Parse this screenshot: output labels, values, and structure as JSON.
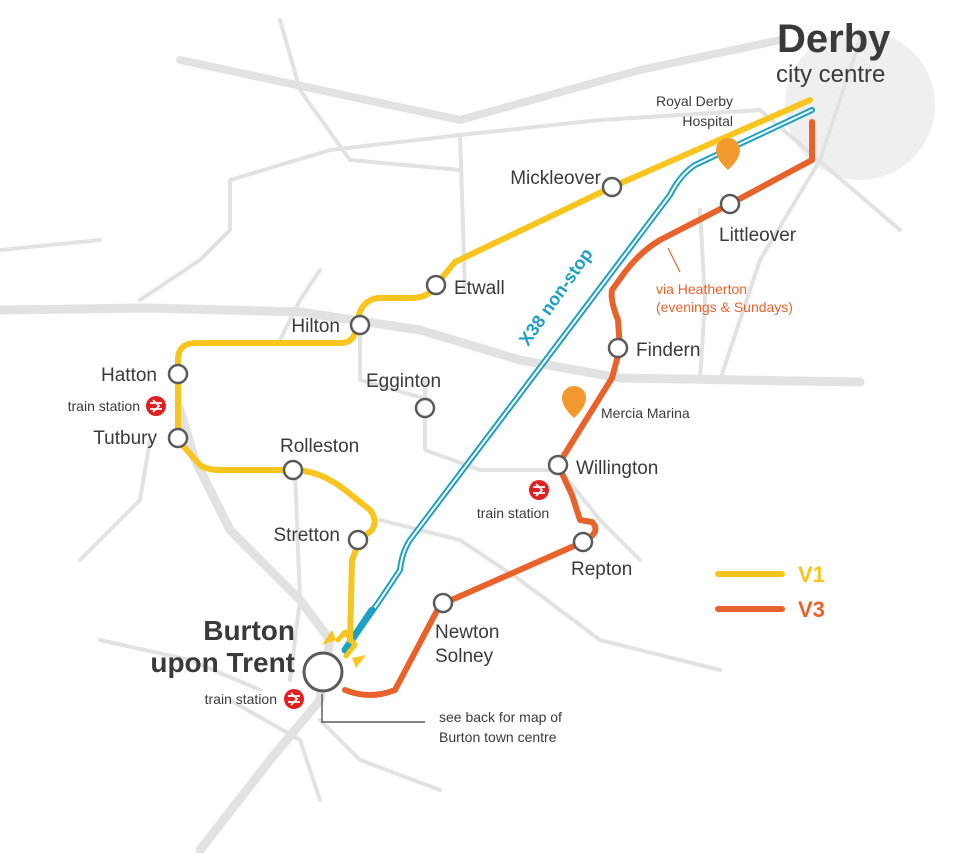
{
  "destination": {
    "title": "Derby",
    "subtitle": "city centre"
  },
  "origin": {
    "line1": "Burton",
    "line2": "upon Trent",
    "station": "train station"
  },
  "landmarks": {
    "hospital_line1": "Royal Derby",
    "hospital_line2": "Hospital",
    "marina": "Mercia Marina"
  },
  "stops": {
    "mickleover": "Mickleover",
    "littleover": "Littleover",
    "etwall": "Etwall",
    "hilton": "Hilton",
    "findern": "Findern",
    "hatton": "Hatton",
    "egginton": "Egginton",
    "tutbury": "Tutbury",
    "rolleston": "Rolleston",
    "willington": "Willington",
    "stretton": "Stretton",
    "repton": "Repton",
    "newton_line1": "Newton",
    "newton_line2": "Solney"
  },
  "stations": {
    "hatton_tutbury": "train station",
    "willington": "train station"
  },
  "notes": {
    "heatherton_line1": "via Heatherton",
    "heatherton_line2": "(evenings & Sundays)",
    "back_line1": "see back for map of",
    "back_line2": "Burton town centre"
  },
  "x38_label": "X38 non-stop",
  "legend": [
    {
      "name": "V1",
      "color": "#f7c51e"
    },
    {
      "name": "V3",
      "color": "#e8632b"
    }
  ],
  "colors": {
    "v1": "#f7c51e",
    "v3": "#e8632b",
    "x38": "#1ea0c3",
    "roads": "#e2e2e2",
    "rail_icon": "#e02020",
    "marker": "#f39a2e"
  },
  "icons": [
    "rail-station-icon",
    "location-pin-icon"
  ]
}
